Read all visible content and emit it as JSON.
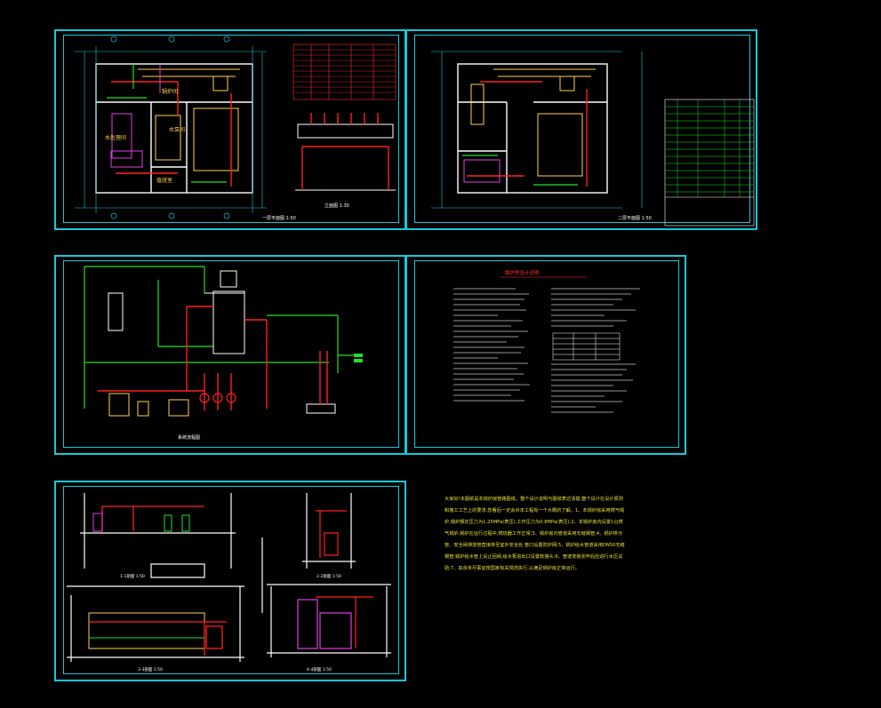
{
  "colors": {
    "background": "#000000",
    "frame": "#19c8d8",
    "wall": "#ffffff",
    "pipe_red": "#ff2020",
    "pipe_green": "#22e02a",
    "equipment_yellow": "#ffd24a",
    "pipe_magenta": "#e040e0",
    "note_text": "#e8e23a"
  },
  "sheets": [
    {
      "id": "sheet-1",
      "title": "一层平面图 1:50",
      "scale": "1:50"
    },
    {
      "id": "sheet-2",
      "title": "二层平面图 1:50",
      "scale": "1:50"
    },
    {
      "id": "sheet-3",
      "title": "系统流程图",
      "scale": ""
    },
    {
      "id": "sheet-4",
      "title": "锅炉房设计说明",
      "scale": ""
    },
    {
      "id": "sheet-5",
      "title": "剖面图",
      "scale": ""
    }
  ],
  "plan_labels": {
    "room_1": "锅炉间",
    "room_2": "水处理间",
    "room_3": "值班室",
    "room_4": "水泵间"
  },
  "section_labels": [
    "1-1剖面 1:50",
    "2-2剖面 1:50",
    "3-3剖面 1:50",
    "4-4剖面 1:50"
  ],
  "note_text": "大家好!本图纸是本锅炉房管路图纸。整个设计说明与图纸表达清楚,整个设计在设计原则和施工工艺上的要求,您看后一定会对本工程有一个大概的了解。1、本锅炉房采用燃气锅炉,锅炉额定压力为1.25MPa(表压),工作压力为0.8MPa(表压);2、本锅炉房内设置1台燃气锅炉,锅炉在运行过程中,燃烧器工作正常;3、锅炉房内管道采用无缝钢管;4、锅炉排污管、安全阀排放管直接排至室外安全处,管口设置防护网;5、锅炉给水管道采用DN50无缝钢管,锅炉给水管上设止回阀,给水泵进出口设置软接头;6、管道安装完毕后应进行水压试验;7、其余未尽事宜按国家有关规范执行,以满足锅炉房正常运行。"
}
